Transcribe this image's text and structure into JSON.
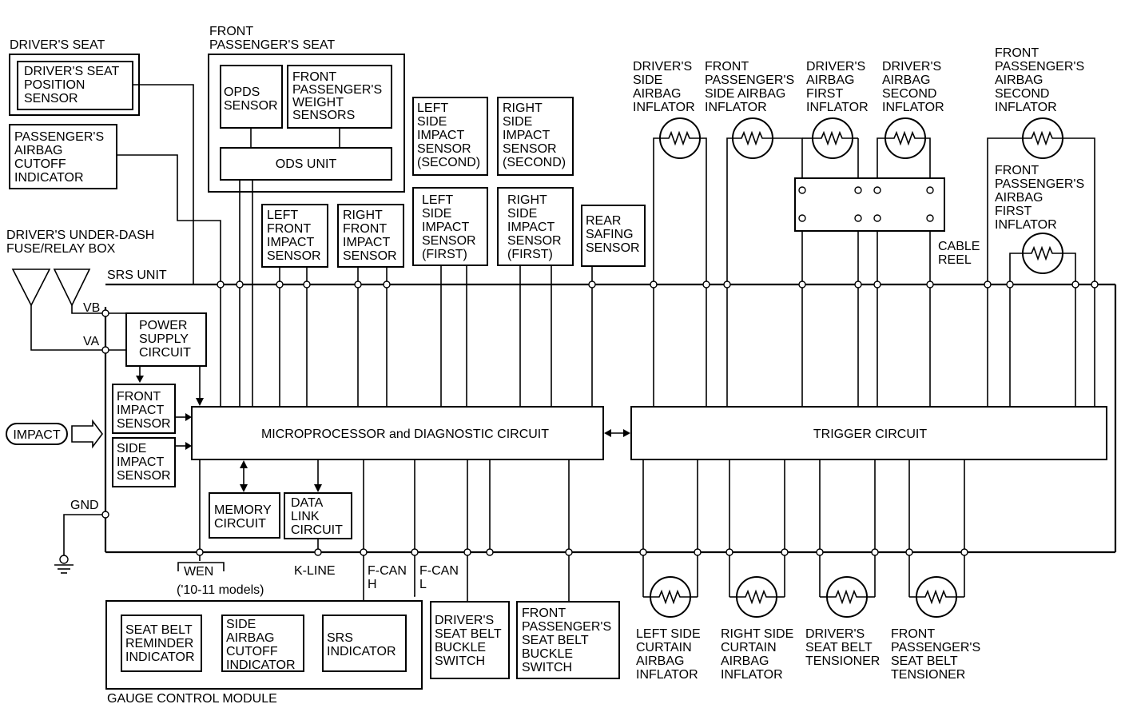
{
  "top": {
    "drivers_seat": "DRIVER'S SEAT",
    "drivers_seat_position_sensor": [
      "DRIVER'S SEAT",
      "POSITION",
      "SENSOR"
    ],
    "passengers_airbag_cutoff_indicator": [
      "PASSENGER'S",
      "AIRBAG",
      "CUTOFF",
      "INDICATOR"
    ],
    "front_passengers_seat": [
      "FRONT",
      "PASSENGER'S SEAT"
    ],
    "opds_sensor": [
      "OPDS",
      "SENSOR"
    ],
    "weight_sensors": [
      "FRONT",
      "PASSENGER'S",
      "WEIGHT",
      "SENSORS"
    ],
    "ods_unit": "ODS UNIT",
    "left_side_impact_second": [
      "LEFT",
      "SIDE",
      "IMPACT",
      "SENSOR",
      "(SECOND)"
    ],
    "right_side_impact_second": [
      "RIGHT",
      "SIDE",
      "IMPACT",
      "SENSOR",
      "(SECOND)"
    ],
    "left_side_impact_first": [
      "LEFT",
      "SIDE",
      "IMPACT",
      "SENSOR",
      "(FIRST)"
    ],
    "right_side_impact_first": [
      "RIGHT",
      "SIDE",
      "IMPACT",
      "SENSOR",
      "(FIRST)"
    ],
    "left_front_impact": [
      "LEFT",
      "FRONT",
      "IMPACT",
      "SENSOR"
    ],
    "right_front_impact": [
      "RIGHT",
      "FRONT",
      "IMPACT",
      "SENSOR"
    ],
    "rear_safing": [
      "REAR",
      "SAFING",
      "SENSOR"
    ],
    "drivers_side_airbag_inflator": [
      "DRIVER'S",
      "SIDE",
      "AIRBAG",
      "INFLATOR"
    ],
    "front_passengers_side_airbag_inflator": [
      "FRONT",
      "PASSENGER'S",
      "SIDE AIRBAG",
      "INFLATOR"
    ],
    "drivers_airbag_first": [
      "DRIVER'S",
      "AIRBAG",
      "FIRST",
      "INFLATOR"
    ],
    "drivers_airbag_second": [
      "DRIVER'S",
      "AIRBAG",
      "SECOND",
      "INFLATOR"
    ],
    "front_pass_airbag_second": [
      "FRONT",
      "PASSENGER'S",
      "AIRBAG",
      "SECOND",
      "INFLATOR"
    ],
    "front_pass_airbag_first": [
      "FRONT",
      "PASSENGER'S",
      "AIRBAG",
      "FIRST",
      "INFLATOR"
    ],
    "cable_reel": [
      "CABLE",
      "REEL"
    ]
  },
  "left": {
    "fuse_box": [
      "DRIVER'S UNDER-DASH",
      "FUSE/RELAY BOX"
    ],
    "srs_unit": "SRS UNIT",
    "vb": "VB",
    "va": "VA",
    "gnd": "GND",
    "power_supply": [
      "POWER",
      "SUPPLY",
      "CIRCUIT"
    ],
    "front_impact_sensor": [
      "FRONT",
      "IMPACT",
      "SENSOR"
    ],
    "side_impact_sensor": [
      "SIDE",
      "IMPACT",
      "SENSOR"
    ],
    "impact": "IMPACT"
  },
  "center": {
    "microprocessor": "MICROPROCESSOR and DIAGNOSTIC CIRCUIT",
    "trigger": "TRIGGER CIRCUIT",
    "memory": [
      "MEMORY",
      "CIRCUIT"
    ],
    "data_link": [
      "DATA",
      "LINK",
      "CIRCUIT"
    ]
  },
  "bottom": {
    "wen": "WEN",
    "models_note": "('10-11 models)",
    "k_line": "K-LINE",
    "fcan_h": [
      "F-CAN",
      "H"
    ],
    "fcan_l": [
      "F-CAN",
      "L"
    ],
    "seat_belt_reminder": [
      "SEAT BELT",
      "REMINDER",
      "INDICATOR"
    ],
    "side_airbag_cutoff": [
      "SIDE",
      "AIRBAG",
      "CUTOFF",
      "INDICATOR"
    ],
    "srs_indicator": [
      "SRS",
      "INDICATOR"
    ],
    "gauge_control_module": "GAUGE CONTROL MODULE",
    "drivers_buckle_switch": [
      "DRIVER'S",
      "SEAT BELT",
      "BUCKLE",
      "SWITCH"
    ],
    "front_pass_buckle_switch": [
      "FRONT",
      "PASSENGER'S",
      "SEAT BELT",
      "BUCKLE",
      "SWITCH"
    ],
    "left_curtain": [
      "LEFT SIDE",
      "CURTAIN",
      "AIRBAG",
      "INFLATOR"
    ],
    "right_curtain": [
      "RIGHT SIDE",
      "CURTAIN",
      "AIRBAG",
      "INFLATOR"
    ],
    "drivers_tensioner": [
      "DRIVER'S",
      "SEAT BELT",
      "TENSIONER"
    ],
    "front_pass_tensioner": [
      "FRONT",
      "PASSENGER'S",
      "SEAT BELT",
      "TENSIONER"
    ]
  }
}
